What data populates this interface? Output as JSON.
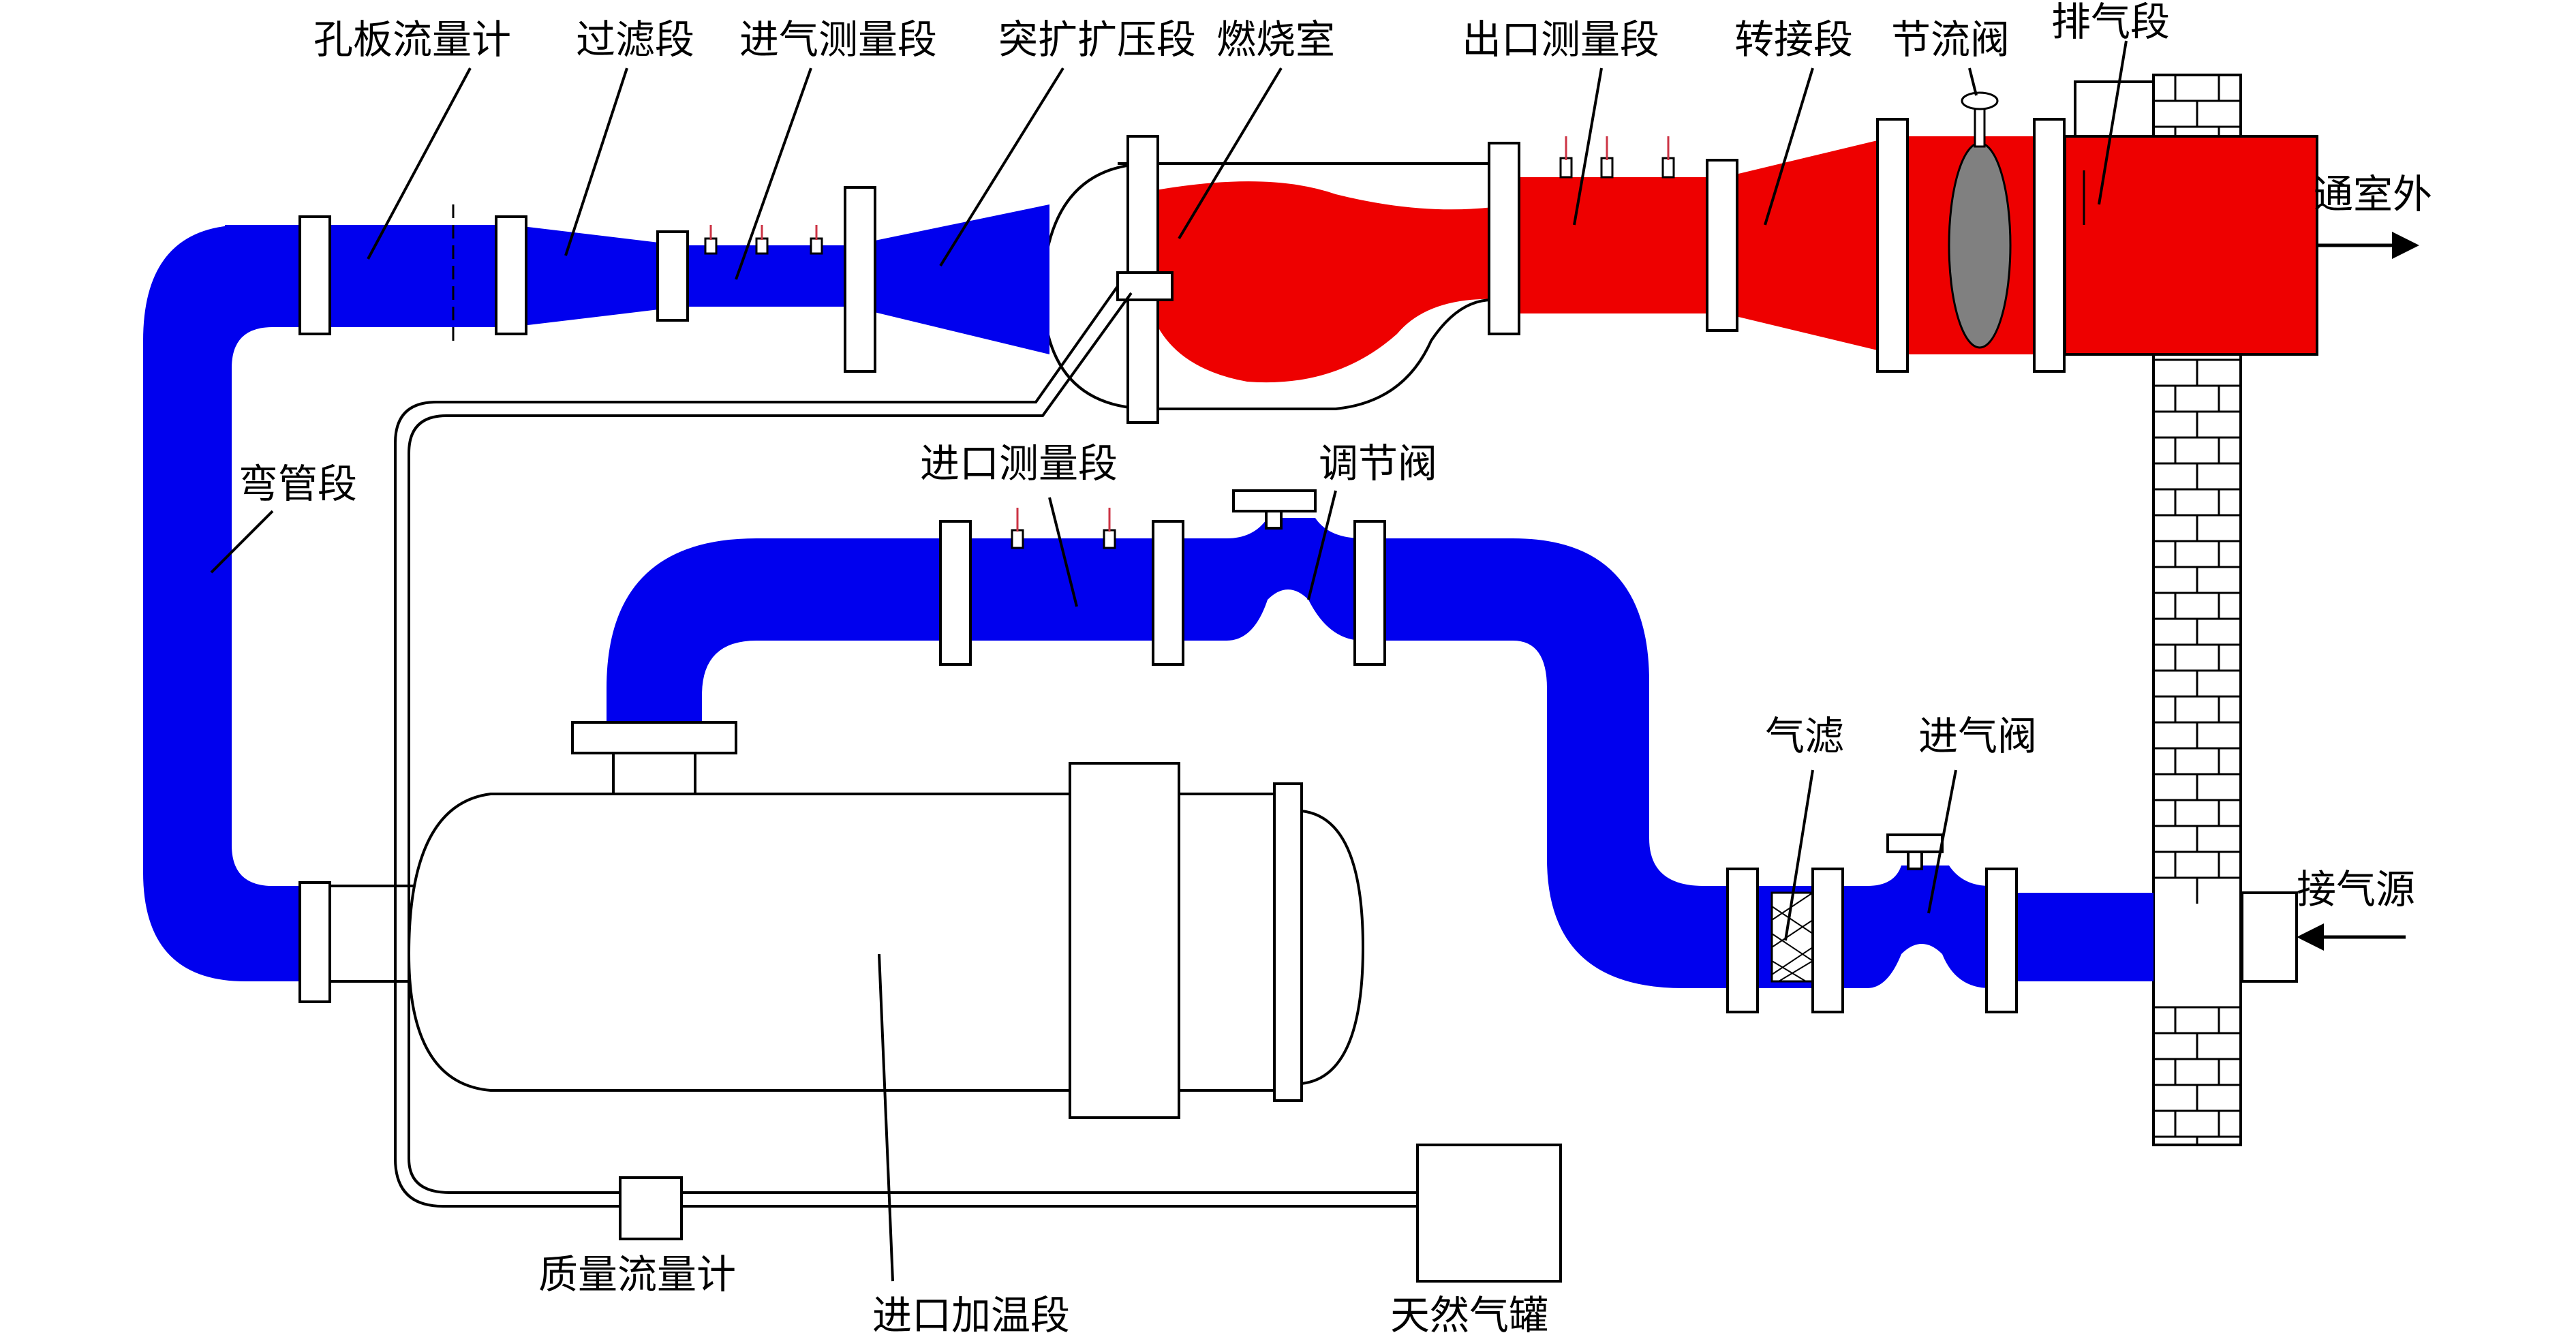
{
  "diagram": {
    "labels": {
      "orifice_meter": "孔板流量计",
      "filter_section": "过滤段",
      "intake_measure": "进气测量段",
      "sudden_expansion": "突扩扩压段",
      "combustor": "燃烧室",
      "outlet_measure": "出口测量段",
      "adapter": "转接段",
      "throttle_valve": "节流阀",
      "exhaust": "排气段",
      "to_outdoor": "通室外",
      "elbow": "弯管段",
      "inlet_measure": "进口测量段",
      "regulating_valve": "调节阀",
      "gas_filter": "气滤",
      "intake_valve": "进气阀",
      "gas_source": "接气源",
      "mass_flow_meter": "质量流量计",
      "inlet_heater": "进口加温段",
      "gas_tank": "天然气罐"
    },
    "colors": {
      "cold_flow": "#0000ee",
      "hot_flow": "#ee0000",
      "valve_disc": "#808080",
      "outline": "#000000"
    }
  }
}
